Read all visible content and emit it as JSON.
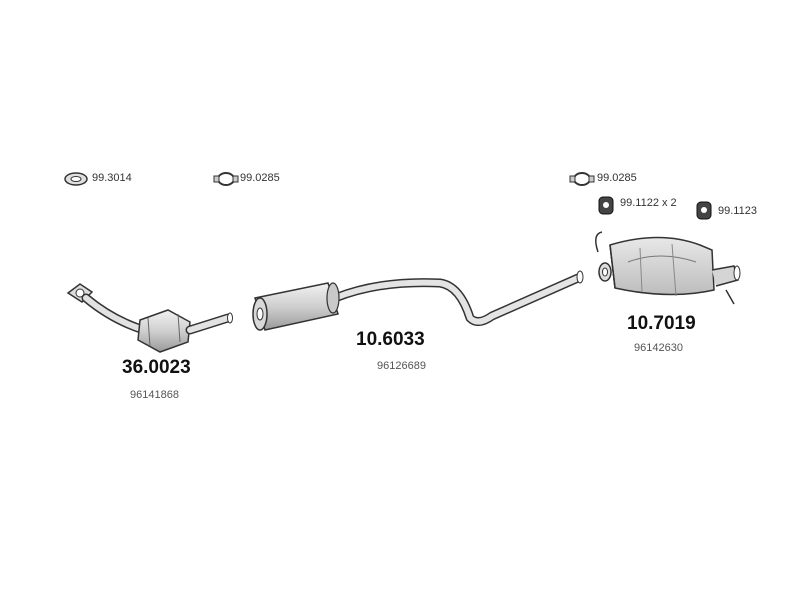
{
  "accessories": [
    {
      "code": "99.3014",
      "icon": "gasket-ring-icon"
    },
    {
      "code": "99.0285",
      "icon": "clamp-icon"
    },
    {
      "code": "99.0285",
      "icon": "clamp-icon"
    },
    {
      "code": "99.1122 x 2",
      "icon": "rubber-hanger-icon"
    },
    {
      "code": "99.1123",
      "icon": "rubber-hanger-icon"
    }
  ],
  "parts": [
    {
      "part_number": "36.0023",
      "oem_number": "96141868",
      "icon": "catalytic-converter-icon"
    },
    {
      "part_number": "10.6033",
      "oem_number": "96126689",
      "icon": "middle-silencer-icon"
    },
    {
      "part_number": "10.7019",
      "oem_number": "96142630",
      "icon": "rear-silencer-icon"
    }
  ]
}
